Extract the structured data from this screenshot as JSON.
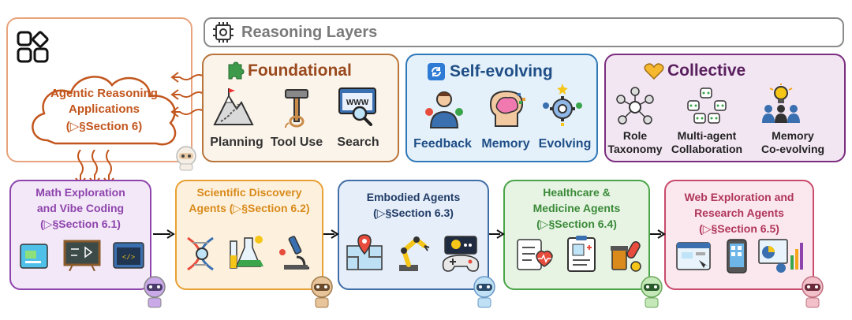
{
  "app_card": {
    "line1": "Agentic Reasoning",
    "line2": "Applications",
    "line3": "(▷§Section 6)"
  },
  "reasoning_layers": {
    "title": "Reasoning Layers"
  },
  "foundational": {
    "title": "Foundational",
    "items": [
      {
        "label": "Planning",
        "icon": "mountain-path-icon"
      },
      {
        "label": "Tool Use",
        "icon": "hammer-rope-icon"
      },
      {
        "label": "Search",
        "icon": "www-magnifier-icon"
      }
    ]
  },
  "self_evolving": {
    "title": "Self-evolving",
    "items": [
      {
        "label": "Feedback",
        "icon": "person-feedback-icon"
      },
      {
        "label": "Memory",
        "icon": "brain-head-icon"
      },
      {
        "label": "Evolving",
        "icon": "gear-evolve-icon"
      }
    ]
  },
  "collective": {
    "title": "Collective",
    "items": [
      {
        "line1": "Role",
        "line2": "Taxonomy",
        "icon": "role-network-icon"
      },
      {
        "line1": "Multi-agent",
        "line2": "Collaboration",
        "icon": "robots-team-icon"
      },
      {
        "line1": "Memory",
        "line2": "Co-evolving",
        "icon": "team-bulb-icon"
      }
    ]
  },
  "applications": [
    {
      "line1": "Math Exploration",
      "line2": "and Vibe Coding",
      "line3": "(▷§Section 6.1)"
    },
    {
      "line1": "Scientific Discovery",
      "line2": "Agents (▷§Section 6.2)"
    },
    {
      "line1": "Embodied Agents",
      "line2": "(▷§Section 6.3)"
    },
    {
      "line1": "Healthcare &",
      "line2": "Medicine Agents",
      "line3": "(▷§Section 6.4)"
    },
    {
      "line1": "Web Exploration and",
      "line2": "Research Agents",
      "line3": "(▷§Section 6.5)"
    }
  ],
  "colors": {
    "foundational": "#b8743a",
    "self_evolving": "#2f78b8",
    "collective": "#7b2d7f",
    "app_orange": "#c2561d",
    "math": "#8e44ad",
    "science": "#e8a033",
    "embodied": "#3f6ea8",
    "health": "#4aa548",
    "web": "#c94a6b"
  }
}
